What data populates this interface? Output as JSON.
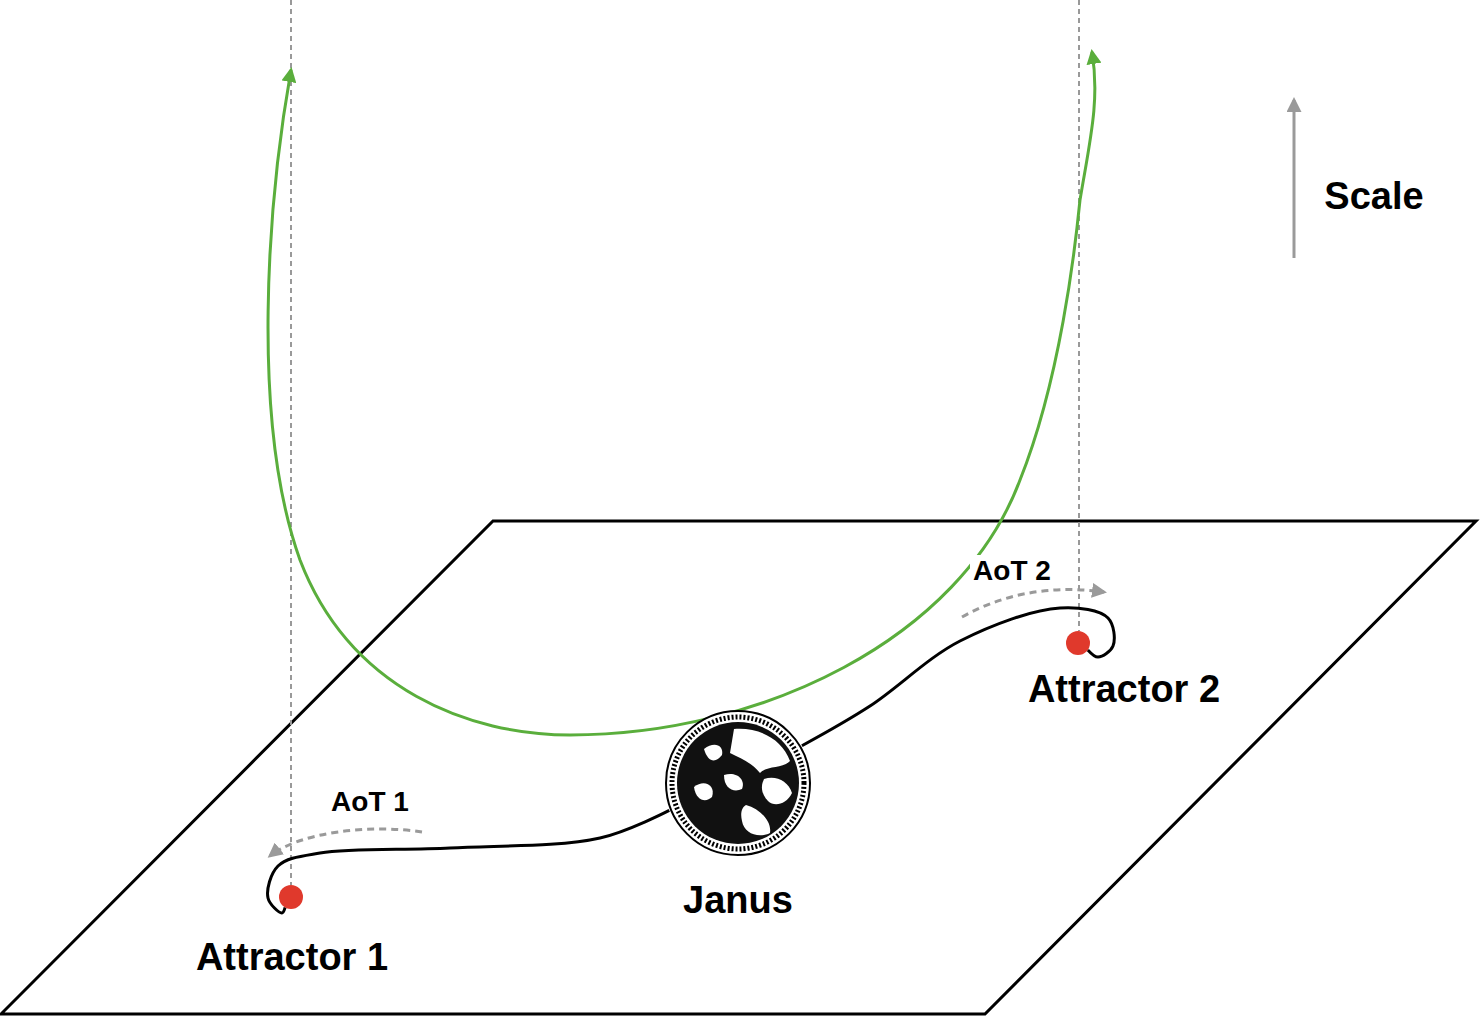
{
  "diagram": {
    "nodes": [
      {
        "text": [
          "Attractor 1"
        ]
      },
      {
        "text": [
          "Janus"
        ]
      },
      {
        "text": [
          "Attractor 2"
        ]
      }
    ],
    "edges": [
      {
        "from": 1,
        "to": 0,
        "arrow": "none"
      },
      {
        "from": 1,
        "to": 2,
        "arrow": "none"
      }
    ],
    "labels": [
      "Scale",
      "AoT 2",
      "AoT 1"
    ]
  }
}
